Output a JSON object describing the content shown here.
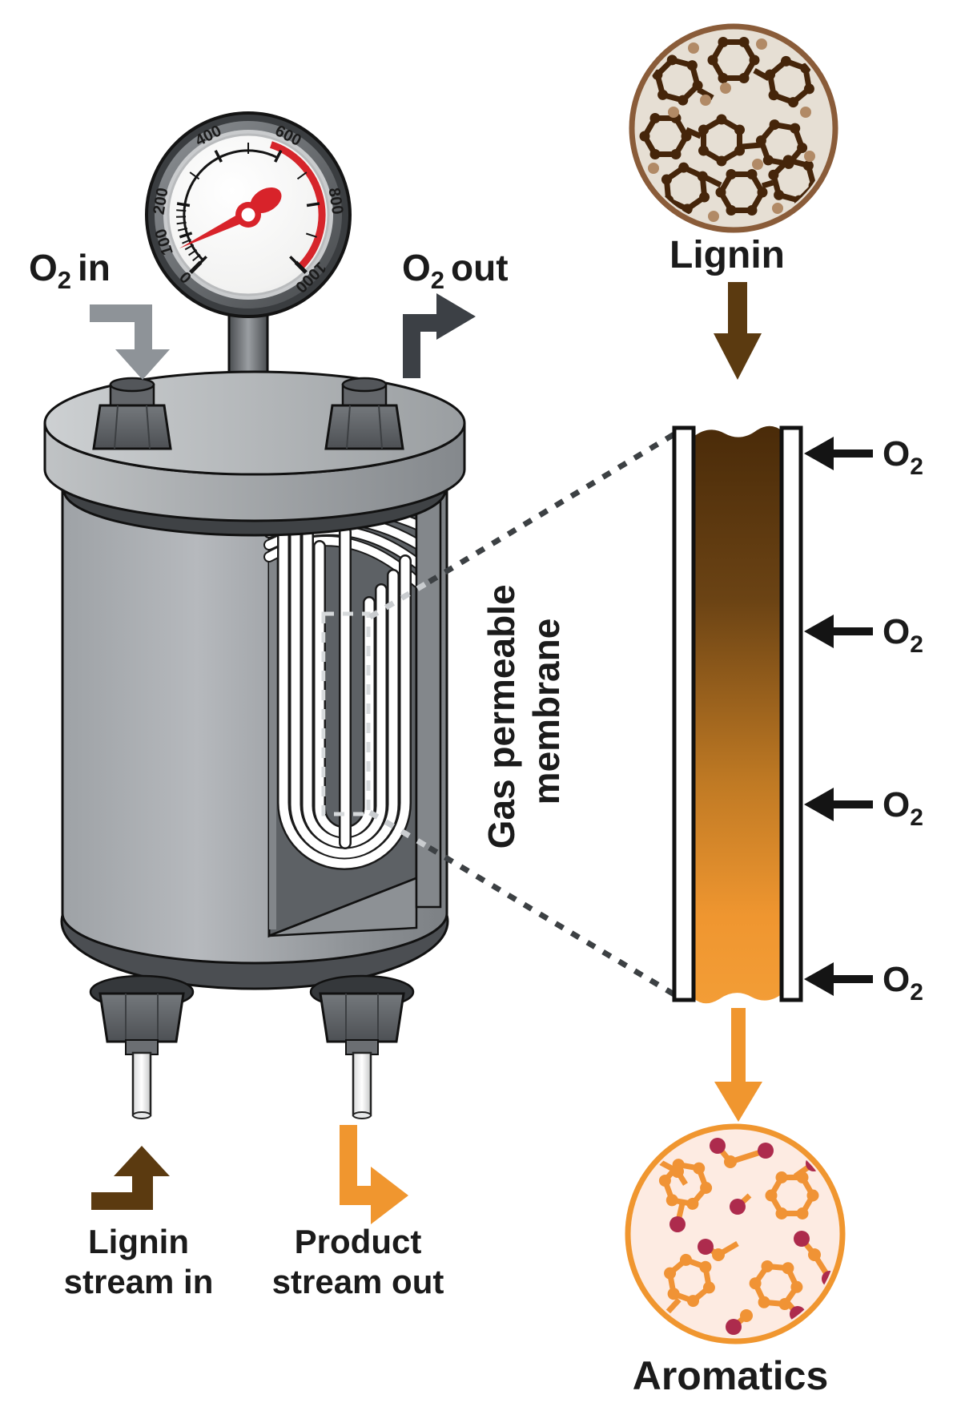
{
  "figure": {
    "type": "process-diagram",
    "subject": "Lignin oxidation in a gas-permeable membrane reactor producing aromatics"
  },
  "colors": {
    "brown_dark": "#5b3a10",
    "orange": "#f0962f",
    "crimson": "#ad2b4d",
    "gray_arrow": "#8e9398",
    "charcoal": "#3c4045",
    "gauge_red": "#d6252b",
    "lignin_circle_fill": "#e6dfd4",
    "lignin_circle_border": "#8a5c39",
    "lignin_molecule": "#45250a",
    "aromatics_circle_fill": "#fdebe2",
    "vessel_gray": "#9ea2a6"
  },
  "gauge": {
    "ticks": [
      "0",
      "100",
      "200",
      "400",
      "600",
      "800",
      "1000"
    ]
  },
  "ports": {
    "o2_in": {
      "base": "O",
      "sub": "2",
      "word": "in"
    },
    "o2_out": {
      "base": "O",
      "sub": "2",
      "word": "out"
    }
  },
  "membrane": {
    "label_line1": "Gas permeable",
    "label_line2": "membrane",
    "o2_base": "O",
    "o2_sub": "2"
  },
  "inset": {
    "lignin": "Lignin",
    "aromatics": "Aromatics"
  },
  "streams": {
    "in_line1": "Lignin",
    "in_line2": "stream in",
    "out_line1": "Product",
    "out_line2": "stream out"
  }
}
